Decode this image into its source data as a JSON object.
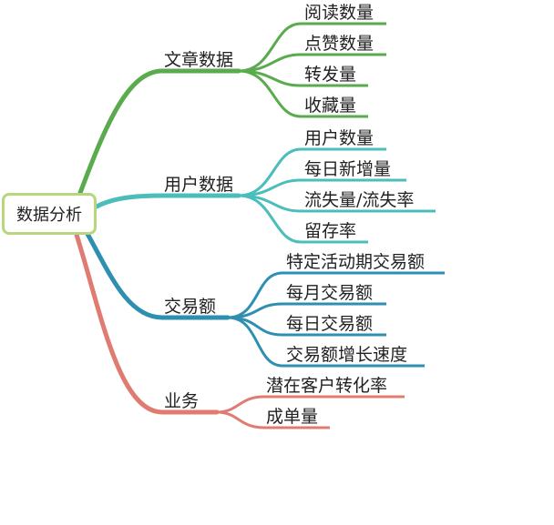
{
  "root": "数据分析",
  "colors": {
    "article": "#5aaa4e",
    "user": "#4bbdbb",
    "trade": "#2e8fb1",
    "business": "#e07b72",
    "root_border": "#b8d67c"
  },
  "branches": [
    {
      "key": "article",
      "label": "文章数据",
      "children": [
        "阅读数量",
        "点赞数量",
        "转发量",
        "收藏量"
      ]
    },
    {
      "key": "user",
      "label": "用户数据",
      "children": [
        "用户数量",
        "每日新增量",
        "流失量/流失率",
        "留存率"
      ]
    },
    {
      "key": "trade",
      "label": "交易额",
      "children": [
        "特定活动期交易额",
        "每月交易额",
        "每日交易额",
        "交易额增长速度"
      ]
    },
    {
      "key": "business",
      "label": "业务",
      "children": [
        "潜在客户转化率",
        "成单量"
      ]
    }
  ]
}
